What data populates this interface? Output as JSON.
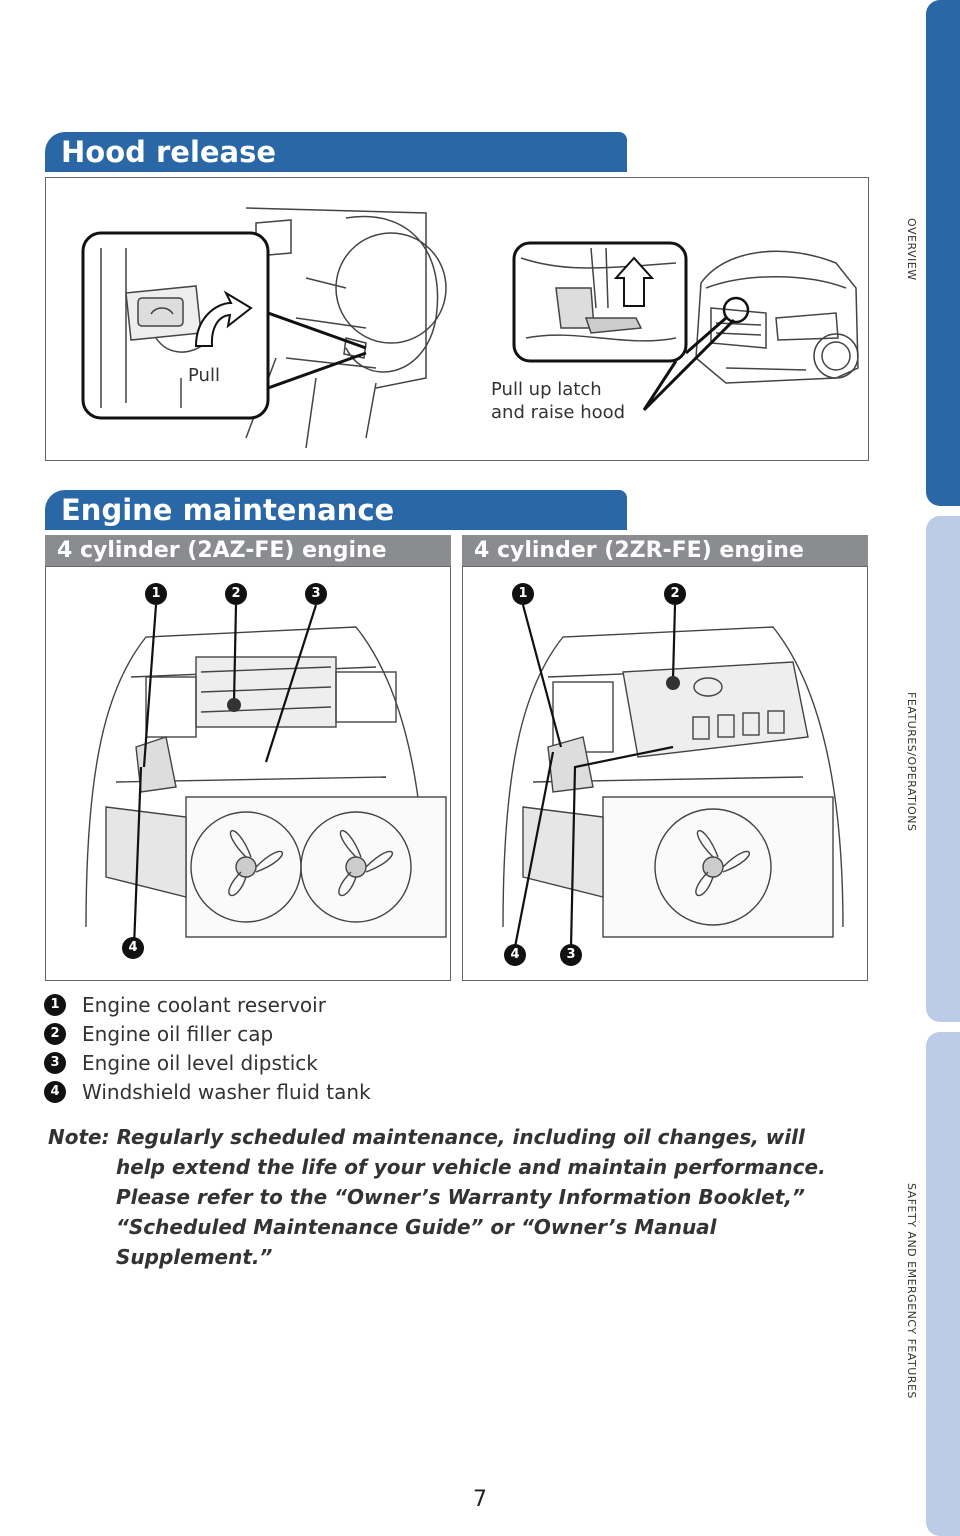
{
  "hood": {
    "title": "Hood release",
    "pull_label": "Pull",
    "latch_label_line1": "Pull up latch",
    "latch_label_line2": "and raise hood"
  },
  "engine": {
    "title": "Engine maintenance",
    "left_title": "4 cylinder (2AZ-FE) engine",
    "right_title": "4 cylinder (2ZR-FE) engine",
    "markers_left": [
      "1",
      "2",
      "3",
      "4"
    ],
    "markers_right": [
      "1",
      "2",
      "4",
      "3"
    ]
  },
  "legend": [
    {
      "num": "1",
      "text": "Engine coolant reservoir"
    },
    {
      "num": "2",
      "text": "Engine oil filler cap"
    },
    {
      "num": "3",
      "text": "Engine oil level dipstick"
    },
    {
      "num": "4",
      "text": "Windshield washer fluid tank"
    }
  ],
  "note": {
    "line1": "Note: Regularly scheduled maintenance, including oil changes, will",
    "line2": "help extend the life of your vehicle and maintain performance.",
    "line3": "Please refer to the “Owner’s Warranty Information Booklet,”",
    "line4": "“Scheduled Maintenance Guide” or “Owner’s Manual",
    "line5": "Supplement.”"
  },
  "side_tabs": {
    "overview": "OVERVIEW",
    "features": "FEATURES/OPERATIONS",
    "safety": "SAFETY AND EMERGENCY FEATURES",
    "colors": {
      "active": "#2a67a6",
      "inactive": "#bccbe6"
    }
  },
  "page_number": "7"
}
